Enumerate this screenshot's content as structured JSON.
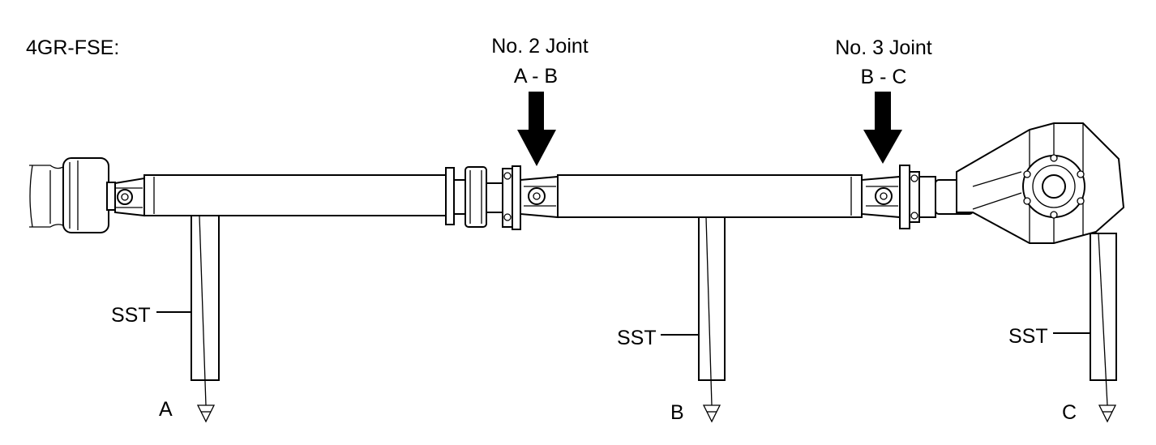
{
  "engine_label": "4GR-FSE:",
  "joint2": {
    "title": "No. 2 Joint",
    "pair": "A - B"
  },
  "joint3": {
    "title": "No. 3 Joint",
    "pair": "B - C"
  },
  "sst_label": "SST",
  "points": {
    "a": "A",
    "b": "B",
    "c": "C"
  },
  "colors": {
    "ink": "#000000",
    "background": "#ffffff"
  }
}
